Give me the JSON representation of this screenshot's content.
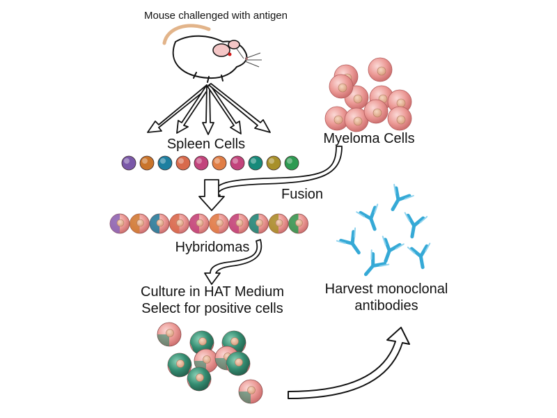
{
  "labels": {
    "title": "Mouse challenged with antigen",
    "spleen_cells": "Spleen Cells",
    "myeloma_cells": "Myeloma Cells",
    "fusion": "Fusion",
    "hybridomas": "Hybridomas",
    "culture_line1": "Culture in HAT Medium",
    "culture_line2": "Select for positive cells",
    "harvest_line1": "Harvest monoclonal",
    "harvest_line2": "antibodies"
  },
  "colors": {
    "spleen_cells": [
      "#7a58a8",
      "#c9742a",
      "#1d7fa0",
      "#d86a4c",
      "#c2447c",
      "#e07e46",
      "#c2447c",
      "#178a7a",
      "#a8902a",
      "#2e9a52"
    ],
    "myeloma": "#e98e8e",
    "myeloma_nucleus": "#e9b39a",
    "teal": "#1f8a6c",
    "pink": "#e98e8e",
    "antibody": "#35a9d6",
    "arrow_stroke": "#111111"
  },
  "icons": [
    "mouse-icon",
    "antibody-icon"
  ]
}
